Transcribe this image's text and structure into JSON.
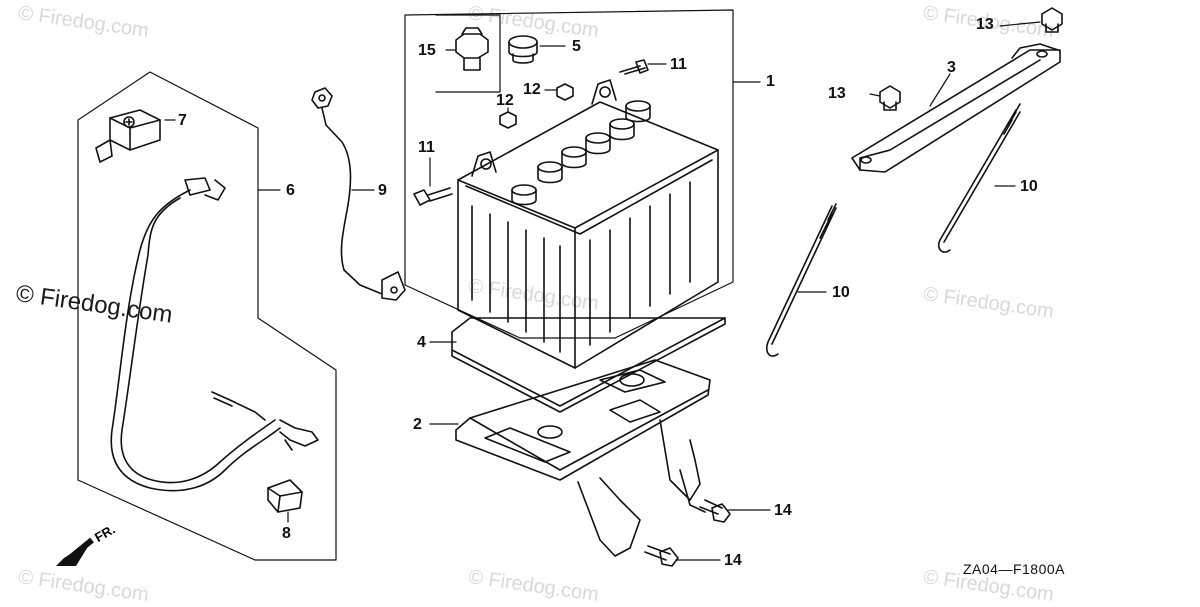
{
  "watermark": {
    "text": "© Firedog.com"
  },
  "drawing_code": "ZA04—F1800A",
  "front_indicator": "FR.",
  "callouts": {
    "c1": "1",
    "c2": "2",
    "c3": "3",
    "c4": "4",
    "c5": "5",
    "c6": "6",
    "c7": "7",
    "c8": "8",
    "c9": "9",
    "c10a": "10",
    "c10b": "10",
    "c11a": "11",
    "c11b": "11",
    "c12a": "12",
    "c12b": "12",
    "c13a": "13",
    "c13b": "13",
    "c14a": "14",
    "c14b": "14",
    "c15": "15"
  }
}
